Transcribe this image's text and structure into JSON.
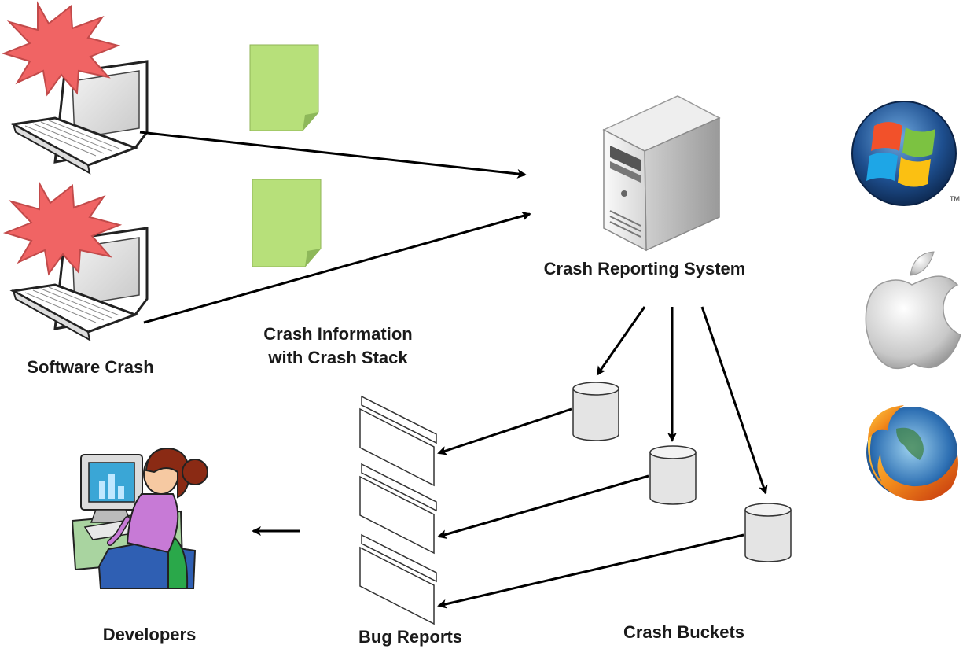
{
  "labels": {
    "software_crash": "Software Crash",
    "crash_info_line1": "Crash Information",
    "crash_info_line2": "with Crash Stack",
    "crash_reporting_system": "Crash Reporting System",
    "bug_reports": "Bug Reports",
    "crash_buckets": "Crash Buckets",
    "developers": "Developers"
  },
  "logos": {
    "windows_trademark": "TM"
  },
  "colors": {
    "crash_burst": "#f06464",
    "document": "#b7e07a",
    "arrow": "#000000",
    "bucket": "#e4e4e4"
  },
  "icons": [
    "laptop-icon",
    "crash-burst-icon",
    "document-icon",
    "server-icon",
    "database-icon",
    "bug-report-icon",
    "developer-icon",
    "windows-logo",
    "apple-logo",
    "firefox-logo"
  ]
}
